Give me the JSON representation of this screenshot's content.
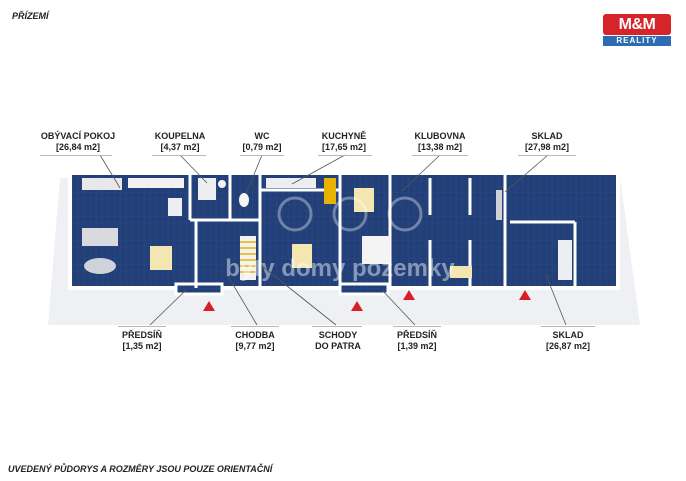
{
  "floor_title": "PŘÍZEMÍ",
  "logo": {
    "brand": "M&M",
    "sub": "REALITY"
  },
  "watermark": "byty domy pozemky",
  "rooms_top": [
    {
      "name": "OBÝVACÍ POKOJ",
      "area": "[26,84 m2]"
    },
    {
      "name": "KOUPELNA",
      "area": "[4,37 m2]"
    },
    {
      "name": "WC",
      "area": "[0,79 m2]"
    },
    {
      "name": "KUCHYNĚ",
      "area": "[17,65 m2]"
    },
    {
      "name": "KLUBOVNA",
      "area": "[13,38 m2]"
    },
    {
      "name": "SKLAD",
      "area": "[27,98 m2]"
    }
  ],
  "rooms_bottom": [
    {
      "name": "PŘEDSÍŇ",
      "area": "[1,35 m2]"
    },
    {
      "name": "CHODBA",
      "area": "[9,77 m2]"
    },
    {
      "name": "SCHODY",
      "area": "DO PATRA"
    },
    {
      "name": "PŘEDSÍŇ",
      "area": "[1,39 m2]"
    },
    {
      "name": "SKLAD",
      "area": "[26,87 m2]"
    }
  ],
  "footer": "UVEDENÝ PŮDORYS A ROZMĚRY JSOU POUZE ORIENTAČNÍ",
  "colors": {
    "floor": "#1f3d73",
    "wall": "#ffffff",
    "entrance": "#d81f26",
    "stairs": "#e6b400"
  }
}
